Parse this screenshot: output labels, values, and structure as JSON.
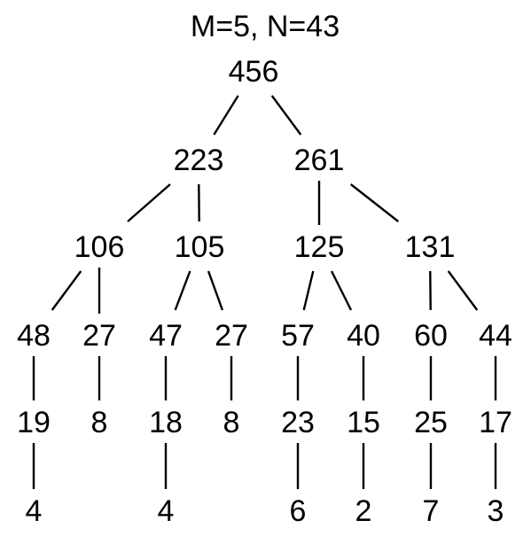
{
  "title": "M=5, N=43",
  "tree": {
    "value": "456",
    "children": [
      {
        "value": "223",
        "children": [
          {
            "value": "106",
            "children": [
              {
                "value": "48",
                "children": [
                  {
                    "value": "19",
                    "children": [
                      {
                        "value": "4"
                      }
                    ]
                  }
                ]
              },
              {
                "value": "27",
                "children": [
                  {
                    "value": "8"
                  }
                ]
              }
            ]
          },
          {
            "value": "105",
            "children": [
              {
                "value": "47",
                "children": [
                  {
                    "value": "18",
                    "children": [
                      {
                        "value": "4"
                      }
                    ]
                  }
                ]
              },
              {
                "value": "27",
                "children": [
                  {
                    "value": "8"
                  }
                ]
              }
            ]
          }
        ]
      },
      {
        "value": "261",
        "children": [
          {
            "value": "125",
            "children": [
              {
                "value": "57",
                "children": [
                  {
                    "value": "23",
                    "children": [
                      {
                        "value": "6"
                      }
                    ]
                  }
                ]
              },
              {
                "value": "40",
                "children": [
                  {
                    "value": "15",
                    "children": [
                      {
                        "value": "2"
                      }
                    ]
                  }
                ]
              }
            ]
          },
          {
            "value": "131",
            "children": [
              {
                "value": "60",
                "children": [
                  {
                    "value": "25",
                    "children": [
                      {
                        "value": "7"
                      }
                    ]
                  }
                ]
              },
              {
                "value": "44",
                "children": [
                  {
                    "value": "17",
                    "children": [
                      {
                        "value": "3"
                      }
                    ]
                  }
                ]
              }
            ]
          }
        ]
      }
    ]
  }
}
